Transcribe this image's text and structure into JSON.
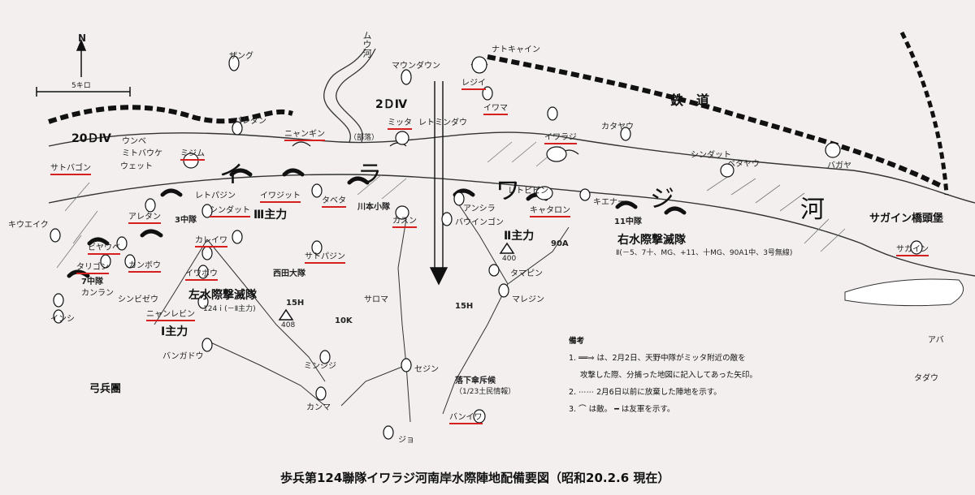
{
  "title": "歩兵第124聯隊イワラジ河南岸水際陣地配備要図（昭和20.2.6 現在）",
  "river_chars": [
    "イ",
    "ラ",
    "ワ",
    "ジ",
    "河"
  ],
  "tributary": "ムウ河",
  "railway": "鉄　道",
  "bridgehead": "サガイン橋頭堡",
  "compass": {
    "north": "N",
    "scale": "5キロ"
  },
  "units": {
    "div20": "20ＤⅣ",
    "div2": "2ＤⅣ",
    "third_main": "Ⅲ主力",
    "second_main": "Ⅱ主力",
    "first_main": "Ⅰ主力",
    "c3": "3中隊",
    "c7": "7中隊",
    "c11": "11中隊",
    "kawamoto": "川本小隊",
    "nishida": "西田大隊",
    "left_force": "左水際撃滅隊",
    "left_force_sub": "124ｉ(－Ⅱ主力)",
    "right_force": "右水際撃滅隊",
    "right_force_sub": "Ⅱ(－5、7十、MG、+11、十MG、90A1中、3号無線)",
    "a90": "90A",
    "h15a": "15H",
    "h15b": "15H",
    "k10": "10K",
    "h408": "408",
    "h400": "400",
    "drop": "落下傘斥候",
    "drop_sub": "（1/23土民情報）",
    "archers": "弓兵團"
  },
  "places": {
    "zangu": "ザング",
    "maundaun": "マウンダウン",
    "natokyain": "ナトキャイン",
    "rejii": "レジイ",
    "iwama": "イワマ",
    "iwaraji": "イワラジ",
    "katayau": "カタヤウ",
    "shindatto_e": "シンダット",
    "betayau": "ベタヤウ",
    "bagaya": "バガヤ",
    "mitta": "ミッタ",
    "letomindau": "レトミンダウ",
    "buraku": "（部落）",
    "nyangin": "ニャンギン",
    "paredan": "パレダン",
    "unbe": "ウンベ",
    "mitobauke": "ミトバウケ",
    "mijimu": "ミジム",
    "wetto": "ウェット",
    "satobagon": "サトバゴン",
    "kiuaiku": "キウエイク",
    "areta": "アレタン",
    "retopajin": "レトパジン",
    "shindatto_w": "シンダット",
    "iwajitto": "イワジット",
    "tabeta": "タベタ",
    "kasun": "カスン",
    "anshira": "アンシラ",
    "retopipin": "レトピピン",
    "kyatarone": "キャタロン",
    "kienaa": "キエナー",
    "bauingon": "バウインゴン",
    "kareiwa": "カレイワ",
    "satopajin": "サトパジン",
    "iwabou": "イワボウ",
    "nyanrebin": "ニャンレビン",
    "bangadou": "バンガドウ",
    "byaube": "ビヤウベ",
    "tarigon": "タリゴン",
    "kanbou": "カンボウ",
    "kanran": "カンラン",
    "shinbezau": "シンビゼウ",
    "inshi": "インシ",
    "saroma": "サロマ",
    "tamapin": "タマピン",
    "marejin": "マレジン",
    "minjiji": "ミンジジ",
    "sejin": "セジン",
    "kanma": "カンマ",
    "jo": "ジョ",
    "baniwa": "バンイワ",
    "sagain": "サガイン",
    "aba": "アバ",
    "tadau": "タダウ"
  },
  "legend": {
    "title": "備考",
    "item1a": "1. ══⇒ は、2月2日、天野中隊がミッタ附近の敵を",
    "item1b": "攻撃した際、分捕った地図に記入してあった矢印。",
    "item2": "2. ⋯⋯ 2月6日以前に放棄した陣地を示す。",
    "item3": "3. ⌒ は敵。 ━ は友軍を示す。"
  }
}
